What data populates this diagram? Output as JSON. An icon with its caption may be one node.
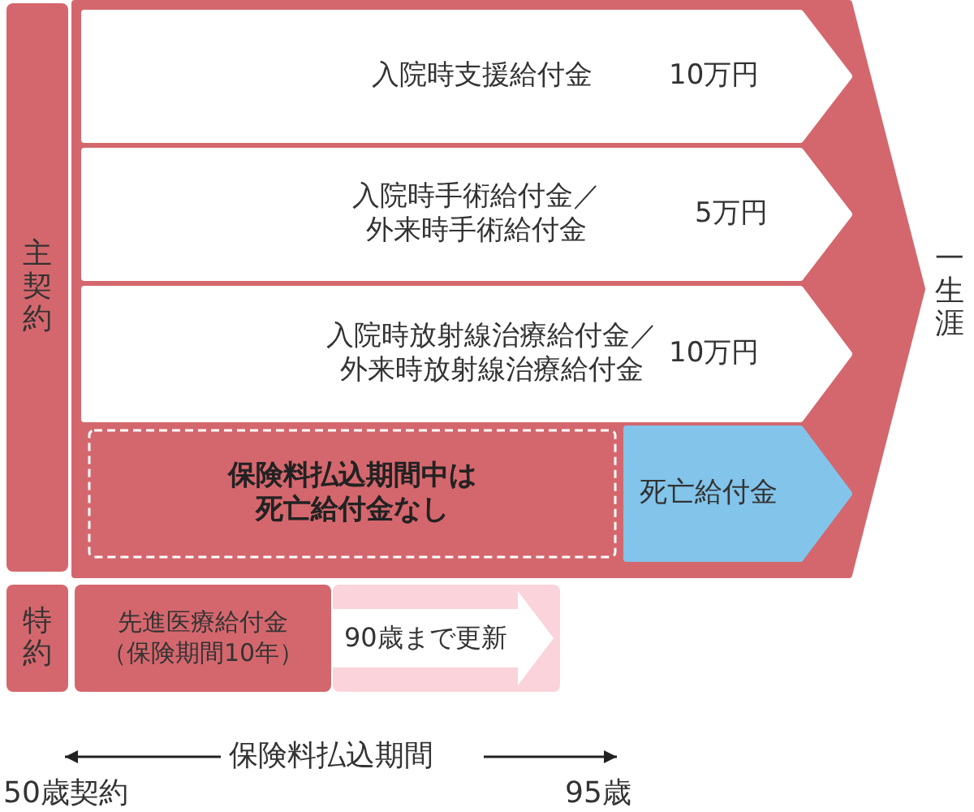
{
  "diagram": {
    "nodes": [
      {
        "text": [
          "主契約"
        ]
      },
      {
        "text": [],
        "shape": "arrow",
        "beside": [
          "一生涯"
        ]
      },
      {
        "text": [
          "入院時支援給付金",
          "10万円"
        ],
        "in": 1
      },
      {
        "text": [
          "入院時手術給付金／外来時手術給付金",
          "5万円"
        ],
        "in": 1
      },
      {
        "text": [
          "入院時放射線治療給付金／外来時放射線治療給付金",
          "10万円"
        ],
        "in": 1
      },
      {
        "text": [
          "保険料払込期間中は死亡給付金なし"
        ],
        "in": 1
      },
      {
        "text": [
          "死亡給付金"
        ],
        "in": 1
      },
      {
        "text": [
          "特約"
        ]
      },
      {
        "text": [
          "先進医療給付金（保険期間10年）"
        ]
      },
      {
        "text": [
          "90歳まで更新"
        ]
      }
    ],
    "labels": [
      "保険料払込期間",
      "50歳契約",
      "95歳"
    ]
  }
}
